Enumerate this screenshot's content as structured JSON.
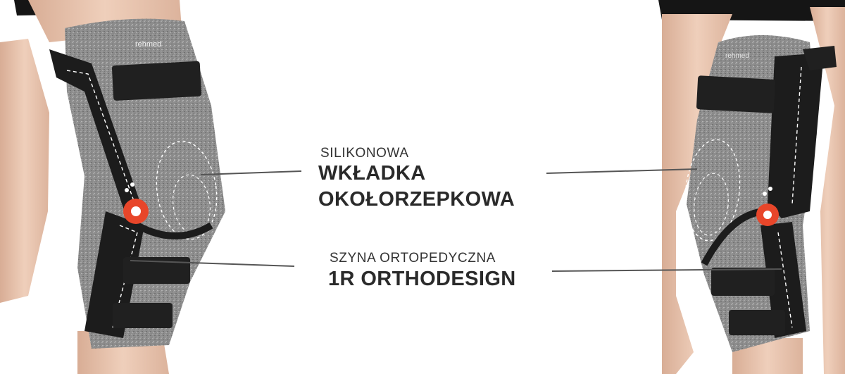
{
  "brand": {
    "logo_text": "rehmed"
  },
  "callouts": {
    "insert": {
      "line1": "SILIKONOWA",
      "line2": "WKŁADKA",
      "line3": "OKOŁORZEPKOWA"
    },
    "splint": {
      "line1": "SZYNA ORTOPEDYCZNA",
      "line2": "1R ORTHODESIGN"
    }
  },
  "colors": {
    "background": "#ffffff",
    "text": "#2b2b2b",
    "pointer_line": "#555555",
    "frame": "#1c1c1c",
    "fabric": "#8d8d8d",
    "hinge_accent": "#e8462a",
    "skin": "#e8c3ac"
  }
}
